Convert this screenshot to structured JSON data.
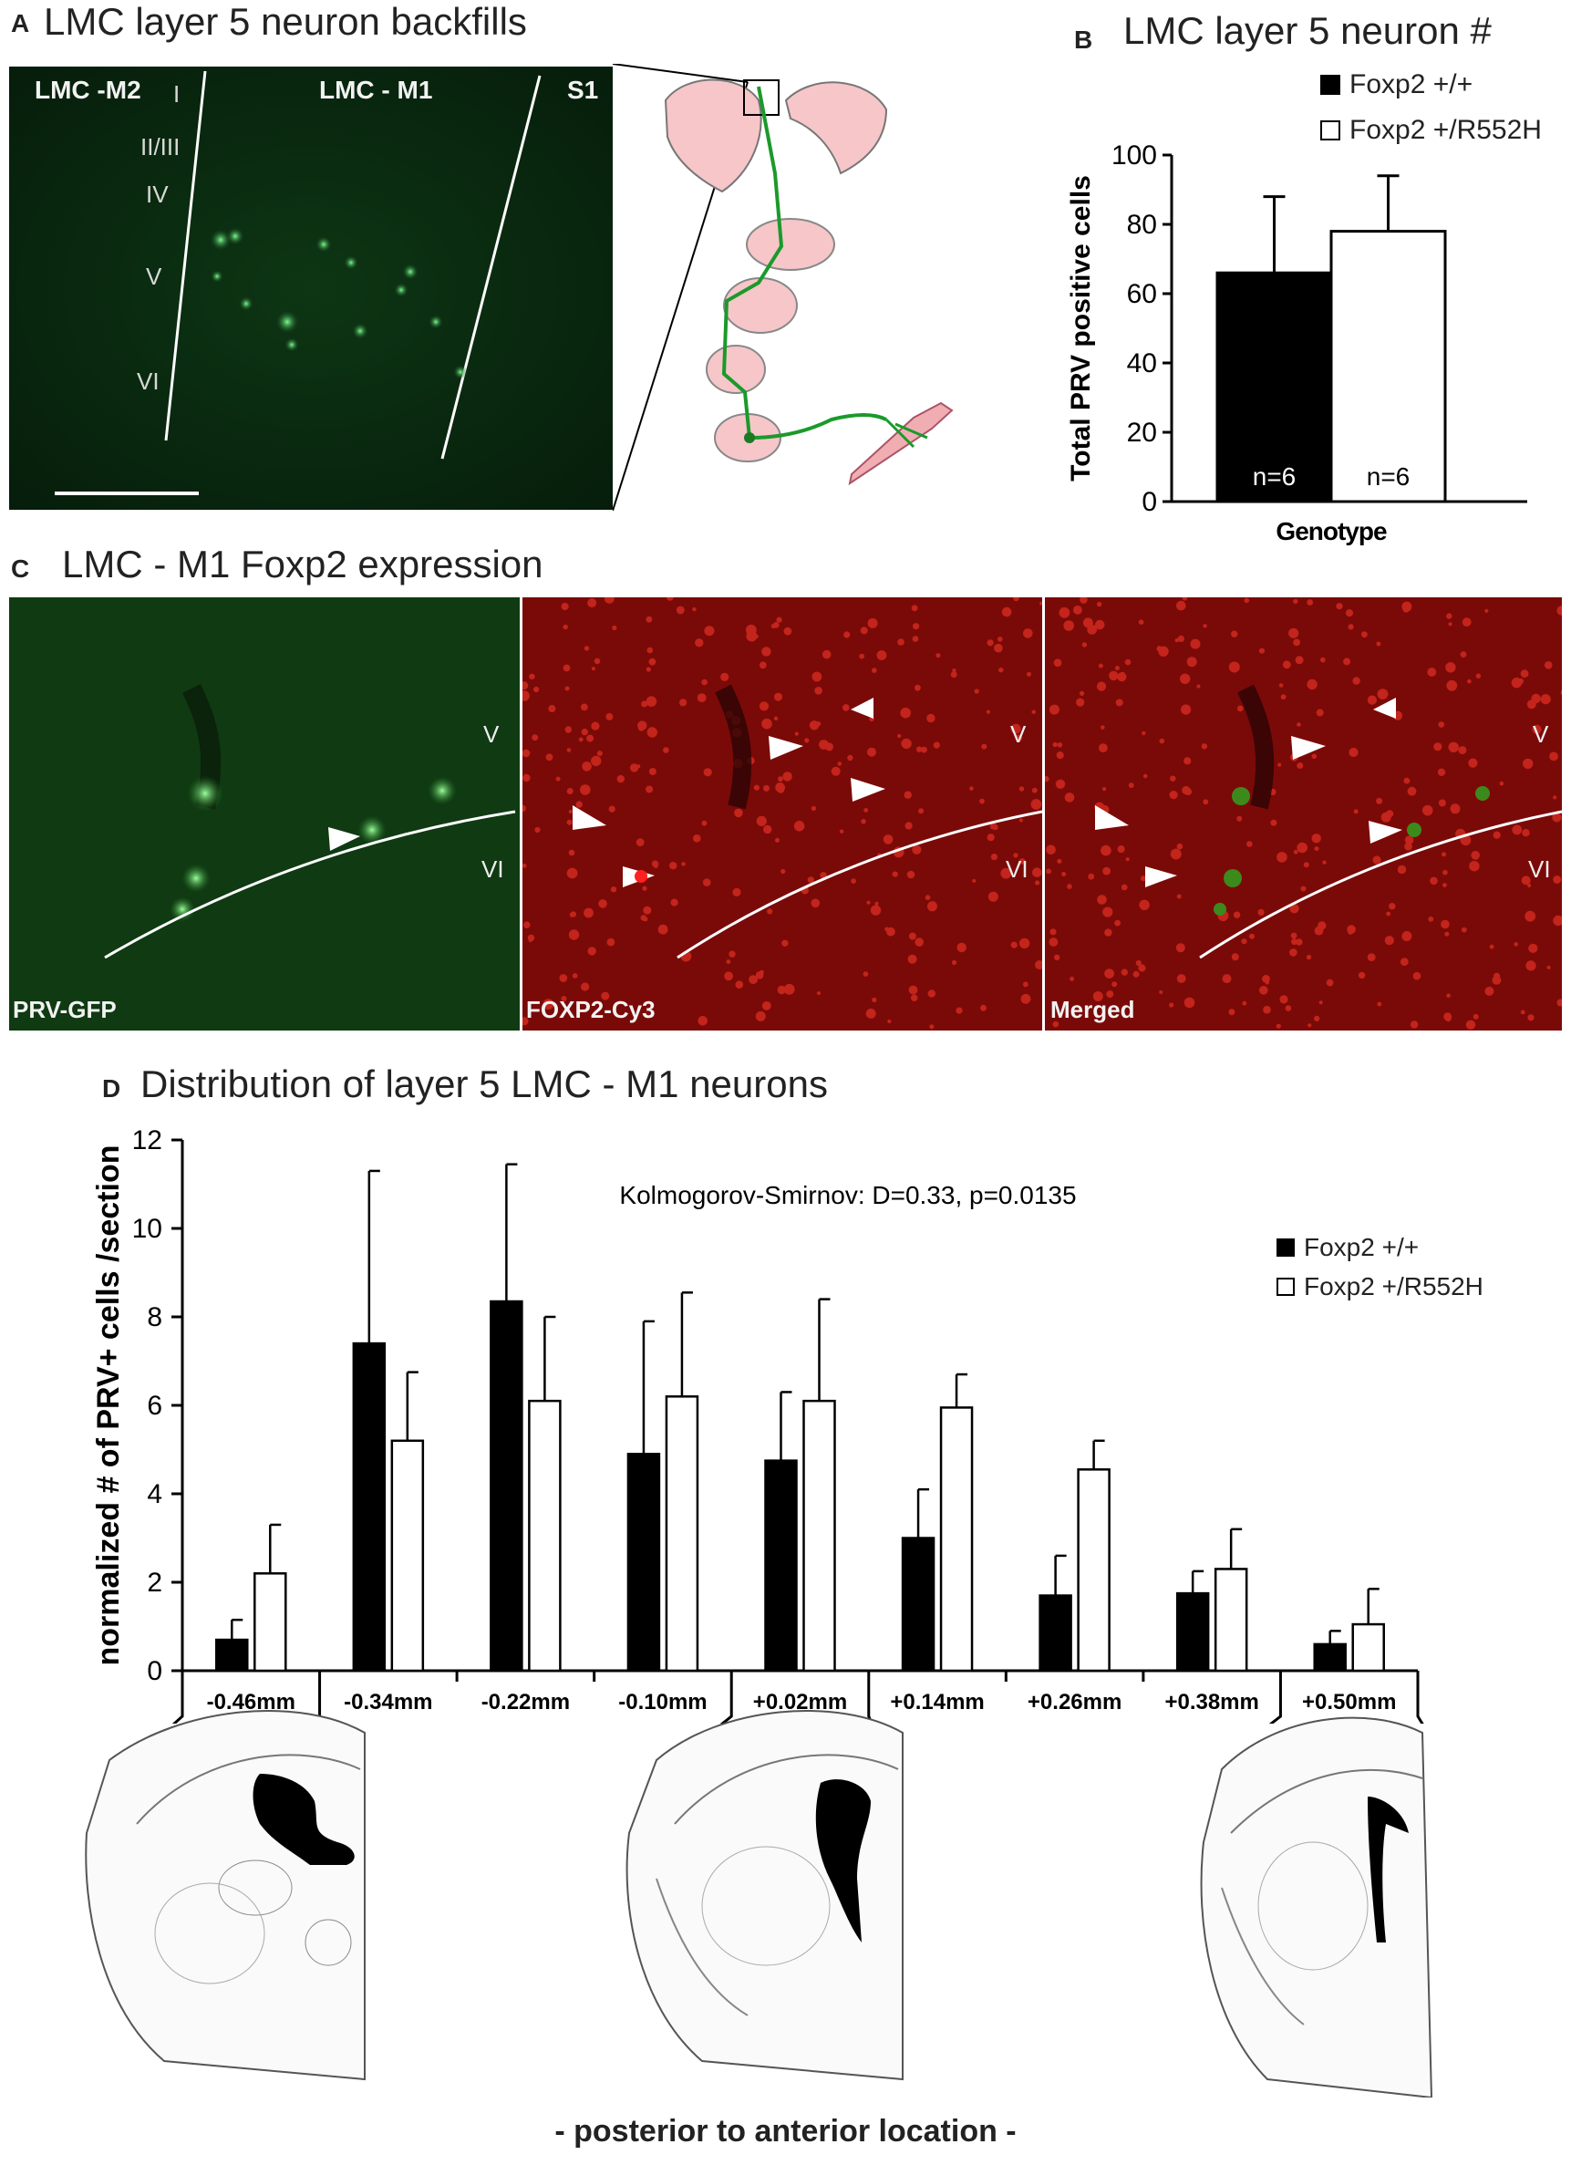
{
  "panel_a": {
    "letter": "A",
    "title": "LMC layer 5 neuron backfills",
    "labels": {
      "m2": "LMC -M2",
      "m1": "LMC - M1",
      "s1": "S1"
    },
    "layers": [
      "I",
      "II/III",
      "IV",
      "V",
      "VI"
    ]
  },
  "panel_b": {
    "letter": "B",
    "title": "LMC layer 5 neuron #"
  },
  "panel_c": {
    "letter": "C",
    "title": "LMC - M1 Foxp2 expression",
    "subpanels": [
      "PRV-GFP",
      "FOXP2-Cy3",
      "Merged"
    ],
    "layer_v": "V",
    "layer_vi": "VI",
    "colors": {
      "green": "#0f3a12",
      "red": "#7a0a08"
    }
  },
  "panel_d": {
    "letter": "D",
    "title": "Distribution of layer 5 LMC - M1 neurons",
    "footer": "- posterior to anterior location -"
  },
  "colors": {
    "wildtype": "#000000",
    "mutant": "#ffffff"
  },
  "chart_data": [
    {
      "type": "bar",
      "title": "LMC layer 5 neuron #",
      "xlabel": "Genotype",
      "ylabel": "Total PRV positive cells",
      "ylim": [
        0,
        100
      ],
      "yticks": [
        0,
        20,
        40,
        60,
        80,
        100
      ],
      "categories": [
        "Foxp2 +/+",
        "Foxp2 +/R552H"
      ],
      "values": [
        66,
        78
      ],
      "errors": [
        22,
        16
      ],
      "bar_labels": [
        "n=6",
        "n=6"
      ],
      "legend": [
        "Foxp2 +/+",
        "Foxp2 +/R552H"
      ]
    },
    {
      "type": "bar",
      "title": "Distribution of layer 5 LMC - M1 neurons",
      "ylabel": "normalized # of PRV+ cells /section",
      "ylim": [
        0,
        12
      ],
      "yticks": [
        0,
        2,
        4,
        6,
        8,
        10,
        12
      ],
      "annotation": "Kolmogorov-Smirnov: D=0.33, p=0.0135",
      "categories": [
        "-0.46mm",
        "-0.34mm",
        "-0.22mm",
        "-0.10mm",
        "+0.02mm",
        "+0.14mm",
        "+0.26mm",
        "+0.38mm",
        "+0.50mm"
      ],
      "series": [
        {
          "name": "Foxp2 +/+",
          "values": [
            0.7,
            7.4,
            8.35,
            4.9,
            4.75,
            3.0,
            1.7,
            1.75,
            0.6
          ],
          "errors": [
            0.45,
            3.9,
            3.1,
            3.0,
            1.55,
            1.1,
            0.9,
            0.5,
            0.3
          ]
        },
        {
          "name": "Foxp2 +/R552H",
          "values": [
            2.2,
            5.2,
            6.1,
            6.2,
            6.1,
            5.95,
            4.55,
            2.3,
            1.05
          ],
          "errors": [
            1.1,
            1.55,
            1.9,
            2.35,
            2.3,
            0.75,
            0.65,
            0.9,
            0.8
          ]
        }
      ]
    }
  ]
}
